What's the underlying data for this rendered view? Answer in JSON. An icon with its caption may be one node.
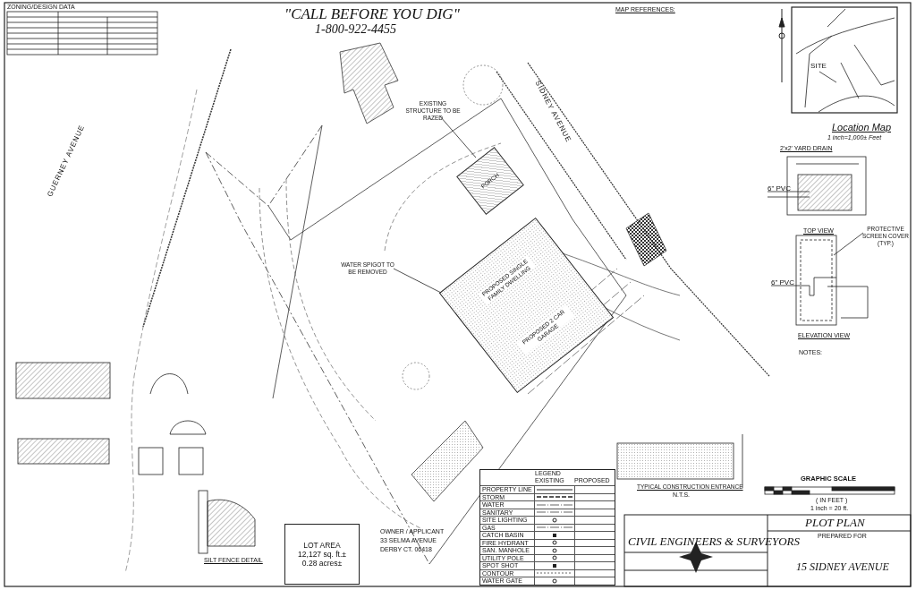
{
  "diagram": {
    "nodes": [
      {
        "text": [
          "EXISTING STRUCTURE TO BE RAZED"
        ]
      },
      {
        "text": [
          "PORCH"
        ]
      },
      {
        "text": [
          "WATER SPIGOT TO BE REMOVED"
        ]
      },
      {
        "text": [
          "PROPOSED SINGLE FAMILY DWELLING",
          "PROPOSED 2 CAR GARAGE"
        ]
      },
      {
        "text": [
          "LOT AREA",
          "12,127 sq. ft.±",
          "0.28 acres±"
        ]
      },
      {
        "text": [
          "PROTECTIVE SCREEN COVER (TYP.)"
        ]
      },
      {
        "text": [
          "SITE"
        ]
      }
    ],
    "edges": [
      {
        "from": 0,
        "to": 1,
        "arrow": "none"
      },
      {
        "from": 2,
        "to": 3,
        "arrow": "none"
      },
      {
        "from": 5,
        "to": null,
        "arrow": "none"
      },
      {
        "from": 6,
        "to": null,
        "arrow": "none"
      }
    ],
    "labels": [
      "\"CALL BEFORE YOU DIG\"",
      "1-800-922-4455",
      "ZONING/DESIGN DATA",
      "GUERNEY AVENUE",
      "SIDNEY AVENUE",
      "MAP REFERENCES:",
      "Location Map",
      "1 inch=1,000± Feet",
      "2'x2' YARD DRAIN",
      "6\" PVC",
      "TOP VIEW",
      "6\" PVC",
      "ELEVATION VIEW",
      "NOTES:",
      "OWNER / APPLICANT",
      "33 SELMA AVENUE",
      "DERBY CT. 06418",
      "LEGEND",
      "EXISTING",
      "PROPOSED",
      "SILT FENCE DETAIL",
      "TYPICAL CONSTRUCTION ENTRANCE",
      "N.T.S.",
      "CIVIL ENGINEERS & SURVEYORS",
      "GRAPHIC SCALE",
      "( IN FEET )",
      "1 inch = 20 ft.",
      "PLOT PLAN",
      "PREPARED FOR",
      "15 SIDNEY AVENUE"
    ],
    "legend": [
      {
        "text": "PROPERTY LINE"
      },
      {
        "text": "STORM"
      },
      {
        "text": "WATER"
      },
      {
        "text": "SANITARY"
      },
      {
        "text": "SITE LIGHTING"
      },
      {
        "text": "GAS"
      },
      {
        "text": "CATCH BASIN"
      },
      {
        "text": "FIRE HYDRANT"
      },
      {
        "text": "SAN. MANHOLE"
      },
      {
        "text": "UTILITY POLE"
      },
      {
        "text": "SPOT SHOT"
      },
      {
        "text": "CONTOUR"
      },
      {
        "text": "WATER GATE"
      }
    ]
  }
}
